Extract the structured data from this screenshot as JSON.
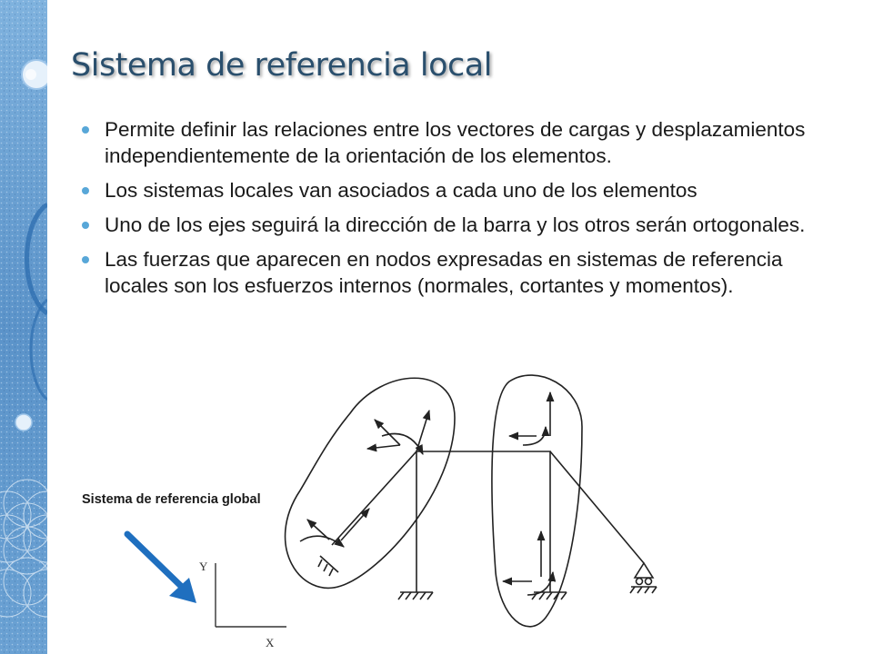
{
  "slide": {
    "title": "Sistema de referencia local",
    "bullets": [
      "Permite definir las relaciones entre los vectores de cargas y desplazamientos independientemente de la orientación de los elementos.",
      "Los sistemas locales van asociados a cada uno de los elementos",
      "Uno de los ejes seguirá la dirección de la barra y los otros serán ortogonales.",
      "Las fuerzas que aparecen en nodos expresadas en sistemas de referencia locales son los esfuerzos internos (normales, cortantes y momentos)."
    ]
  },
  "diagram": {
    "global_label": "Sistema de referencia global",
    "axis_y": "Y",
    "axis_x": "X"
  },
  "colors": {
    "title": "#2a4f6d",
    "bullet": "#58a7d8",
    "arrow": "#1f6fbf",
    "side_band": "#5b93c9"
  }
}
